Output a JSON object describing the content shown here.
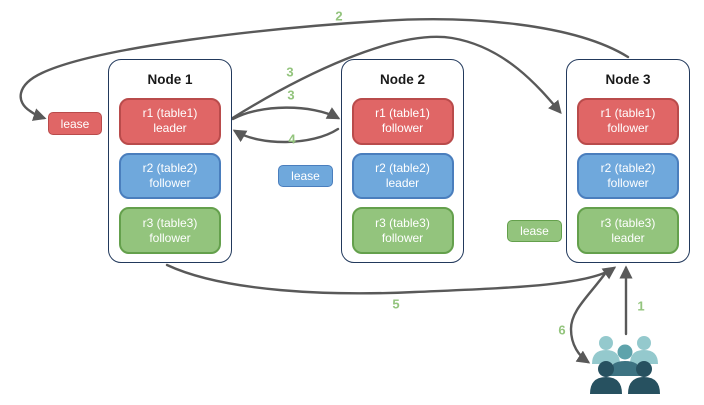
{
  "nodes": [
    {
      "title": "Node 1",
      "replicas": [
        {
          "name": "r1 (table1)",
          "role": "leader",
          "color": "red"
        },
        {
          "name": "r2 (table2)",
          "role": "follower",
          "color": "blue"
        },
        {
          "name": "r3 (table3)",
          "role": "follower",
          "color": "green"
        }
      ]
    },
    {
      "title": "Node 2",
      "replicas": [
        {
          "name": "r1 (table1)",
          "role": "follower",
          "color": "red"
        },
        {
          "name": "r2 (table2)",
          "role": "leader",
          "color": "blue"
        },
        {
          "name": "r3 (table3)",
          "role": "follower",
          "color": "green"
        }
      ]
    },
    {
      "title": "Node 3",
      "replicas": [
        {
          "name": "r1 (table1)",
          "role": "follower",
          "color": "red"
        },
        {
          "name": "r2 (table2)",
          "role": "follower",
          "color": "blue"
        },
        {
          "name": "r3 (table3)",
          "role": "leader",
          "color": "green"
        }
      ]
    }
  ],
  "leases": [
    {
      "label": "lease",
      "color": "red"
    },
    {
      "label": "lease",
      "color": "blue"
    },
    {
      "label": "lease",
      "color": "green"
    }
  ],
  "step_labels": {
    "s1": "1",
    "s2": "2",
    "s3a": "3",
    "s3b": "3",
    "s4": "4",
    "s5": "5",
    "s6": "6"
  },
  "icons": {
    "users": "users-group-icon"
  },
  "colors": {
    "arrow": "#595959",
    "step_num": "#93c47d",
    "node_border": "#22395c",
    "node_title": "#1a1a1a",
    "red_fill": "#e06666",
    "red_border": "#b94b4b",
    "blue_fill": "#6fa8dc",
    "blue_border": "#4a7ebd",
    "green_fill": "#93c47d",
    "green_border": "#64a04c",
    "people_light": "#94c9cd",
    "people_mid": "#5ea3ab",
    "people_mid_dark": "#3d7382",
    "people_dark": "#275160"
  }
}
